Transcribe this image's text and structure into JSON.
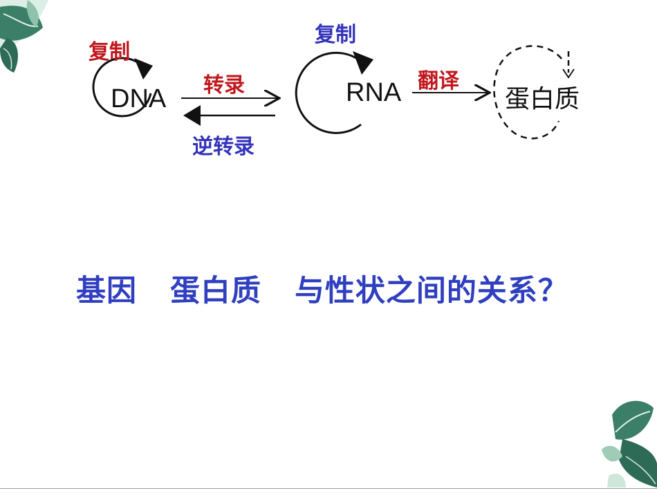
{
  "diagram": {
    "dna": "DNA",
    "rna": "RNA",
    "protein": "蛋白质",
    "dna_replication": "复制",
    "rna_replication": "复制",
    "transcription": "转录",
    "reverse_transcription": "逆转录",
    "translation": "翻译"
  },
  "question": {
    "part1": "基因",
    "part2": "蛋白质",
    "part3": "与性状之间的关系？"
  },
  "colors": {
    "red_label": "#c0181d",
    "blue_label": "#3333bb",
    "question": "#2f3fbf",
    "leaf_dark": "#2e6b57",
    "leaf_light": "#cfe6da"
  },
  "decorations": [
    "leaf-top-left",
    "leaf-bottom-right"
  ]
}
